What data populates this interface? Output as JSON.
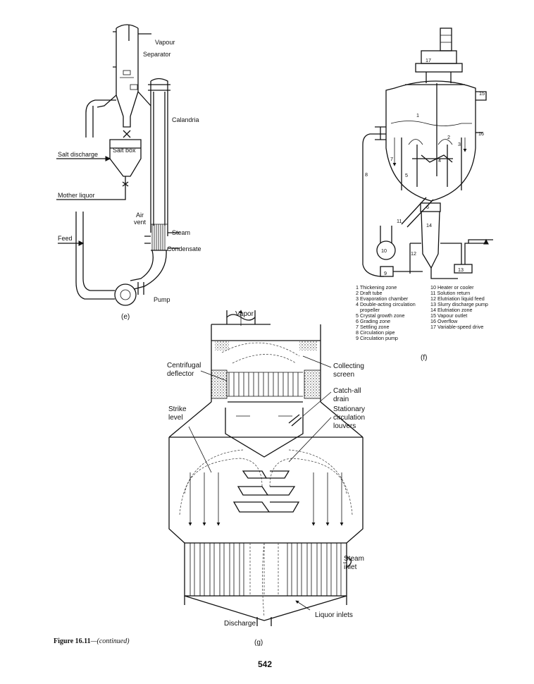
{
  "diagram_e": {
    "labels": {
      "vapour": "Vapour",
      "separator": "Separator",
      "calandria": "Calandria",
      "salt_box": "Salt box",
      "salt_discharge": "Salt discharge",
      "mother_liquor": "Mother liquor",
      "air_vent_1": "Air",
      "air_vent_2": "vent",
      "steam": "Steam",
      "condensate": "Condensate",
      "feed": "Feed",
      "pump": "Pump"
    },
    "caption": "(e)"
  },
  "diagram_f": {
    "numbers": [
      "1",
      "2",
      "3",
      "4",
      "5",
      "6",
      "7",
      "8",
      "9",
      "10",
      "11",
      "12",
      "13",
      "14",
      "15",
      "16",
      "17"
    ],
    "legend_left": [
      "1 Thickening zone",
      "2 Draft tube",
      "3 Evaporation chamber",
      "4 Double-acting circulation",
      "propeller",
      "5 Crystal growth zone",
      "6 Grading zone",
      "7 Settling zone",
      "8 Circulation pipe",
      "9 Circulation pump"
    ],
    "legend_right": [
      "10 Heater or cooler",
      "11 Solution return",
      "12 Elutriation liquid feed",
      "13 Slurry discharge pump",
      "14 Elutriation zone",
      "15 Vapour outlet",
      "16 Overflow",
      "17 Variable-speed drive"
    ],
    "caption": "(f)"
  },
  "diagram_g": {
    "labels": {
      "vapor": "Vapor",
      "centrifugal_1": "Centrifugal",
      "centrifugal_2": "deflector",
      "collecting_1": "Collecting",
      "collecting_2": "screen",
      "catch_all_1": "Catch-all",
      "catch_all_2": "drain",
      "strike_1": "Strike",
      "strike_2": "level",
      "louvers_1": "Stationary",
      "louvers_2": "circulation",
      "louvers_3": "louvers",
      "steam_1": "Steam",
      "steam_2": "inlet",
      "discharge": "Discharge",
      "liquor_inlets": "Liquor inlets"
    },
    "caption": "(g)"
  },
  "figure_caption": {
    "bold": "Figure 16.11",
    "italic": "—(continued)"
  },
  "page_number": "542"
}
